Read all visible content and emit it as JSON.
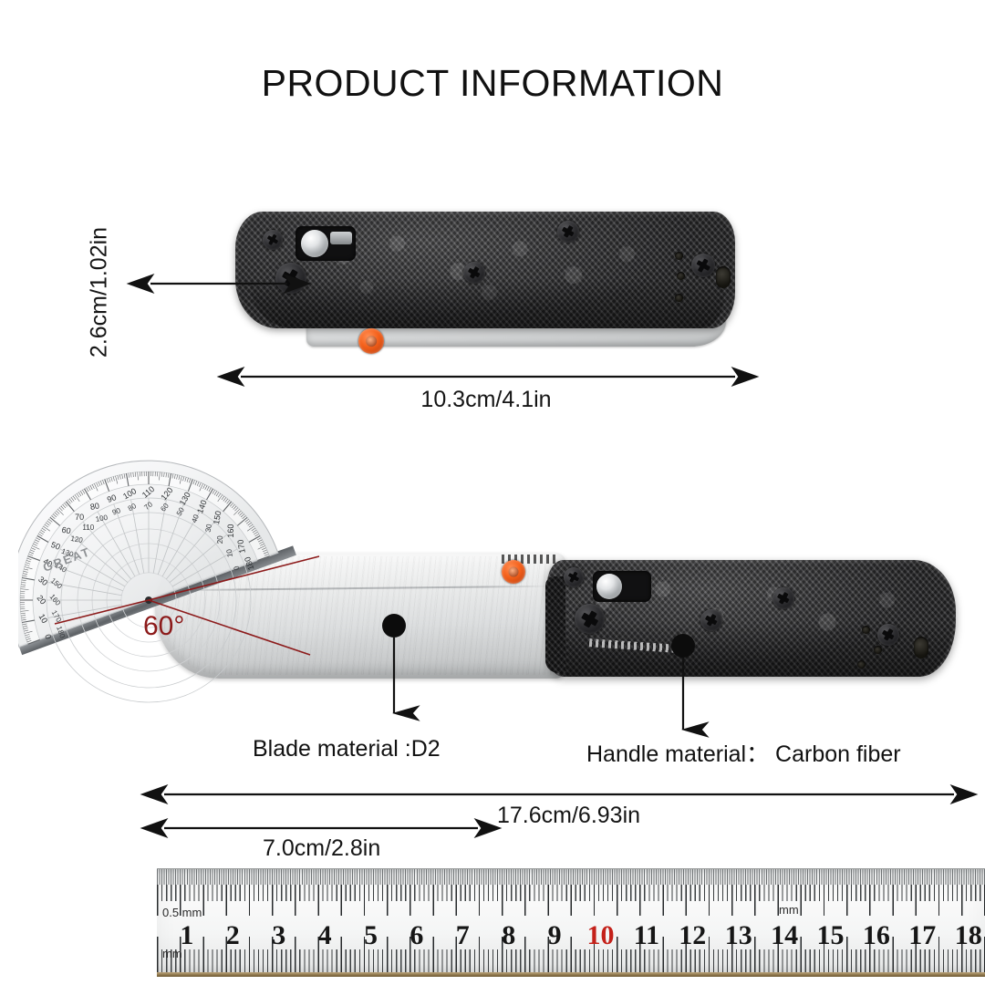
{
  "header": {
    "title": "PRODUCT INFORMATION"
  },
  "closed_knife": {
    "height_label": "2.6cm/1.02in",
    "length_label": "10.3cm/4.1in"
  },
  "open_knife": {
    "angle_label": "60°",
    "blade_callout": "Blade material :D2",
    "handle_callout": "Handle material： Carbon fiber",
    "protractor_brand": "GREAT",
    "total_length_label": "17.6cm/6.93in",
    "blade_length_label": "7.0cm/2.8in"
  },
  "protractor": {
    "outer_scale": [
      "0",
      "10",
      "20",
      "30",
      "40",
      "50",
      "60",
      "70",
      "80",
      "90",
      "100",
      "110",
      "120",
      "130",
      "140",
      "150",
      "160",
      "170",
      "180"
    ],
    "inner_scale": [
      "180",
      "170",
      "160",
      "150",
      "140",
      "130",
      "120",
      "110",
      "100",
      "90",
      "80",
      "70",
      "60",
      "50",
      "40",
      "30",
      "20",
      "10",
      "0"
    ]
  },
  "ruler": {
    "unit_top": "0.5 mm",
    "unit_bottom": "mm",
    "unit_mid": "mm",
    "numbers": [
      "1",
      "2",
      "3",
      "4",
      "5",
      "6",
      "7",
      "8",
      "9",
      "10",
      "11",
      "12",
      "13",
      "14",
      "15",
      "16",
      "17",
      "18"
    ],
    "highlight_number": "10",
    "highlight_color": "#c4211a"
  },
  "colors": {
    "background": "#ffffff",
    "text": "#111111",
    "accent_red": "#8c1a1a",
    "pivot_orange": "#f4601a",
    "carbon": "#2b2b2d",
    "steel": "#e8e9ea"
  }
}
